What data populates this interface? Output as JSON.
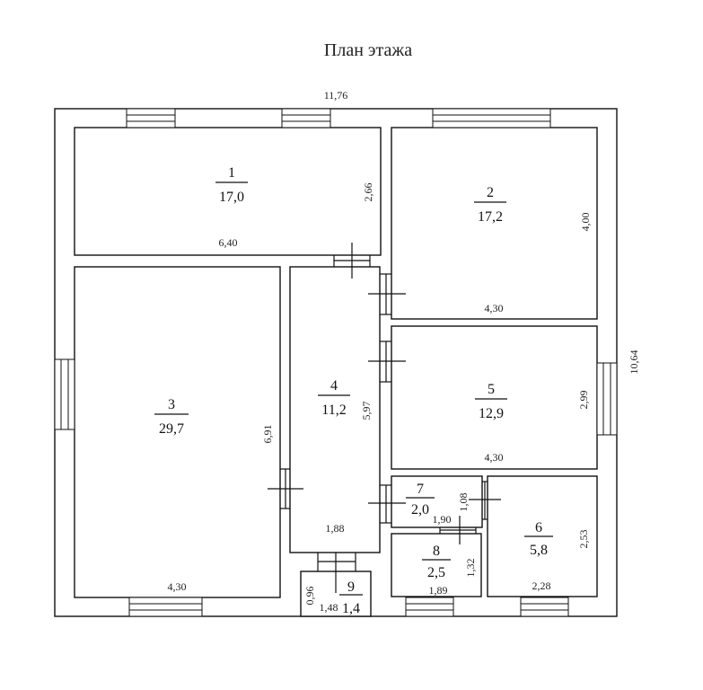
{
  "title": "План этажа",
  "overall": {
    "width": "11,76",
    "height": "10,64"
  },
  "rooms": [
    {
      "id": "1",
      "area": "17,0"
    },
    {
      "id": "2",
      "area": "17,2"
    },
    {
      "id": "3",
      "area": "29,7"
    },
    {
      "id": "4",
      "area": "11,2"
    },
    {
      "id": "5",
      "area": "12,9"
    },
    {
      "id": "6",
      "area": "5,8"
    },
    {
      "id": "7",
      "area": "2,0"
    },
    {
      "id": "8",
      "area": "2,5"
    },
    {
      "id": "9",
      "area": "1,4"
    }
  ],
  "dimensions": {
    "r1_w": "6,40",
    "r1_h": "2,66",
    "r2_w": "4,30",
    "r2_h": "4,00",
    "r3_w": "4,30",
    "r3_h": "6,91",
    "r4_w": "1,88",
    "r4_h": "5,97",
    "r5_w": "4,30",
    "r5_h": "2,99",
    "r6_w": "2,28",
    "r6_h": "2,53",
    "r7_w": "1,90",
    "r7_h": "1,08",
    "r8_w": "1,89",
    "r8_h": "1,32",
    "r9_w": "1,48",
    "r9_h": "0,96"
  }
}
